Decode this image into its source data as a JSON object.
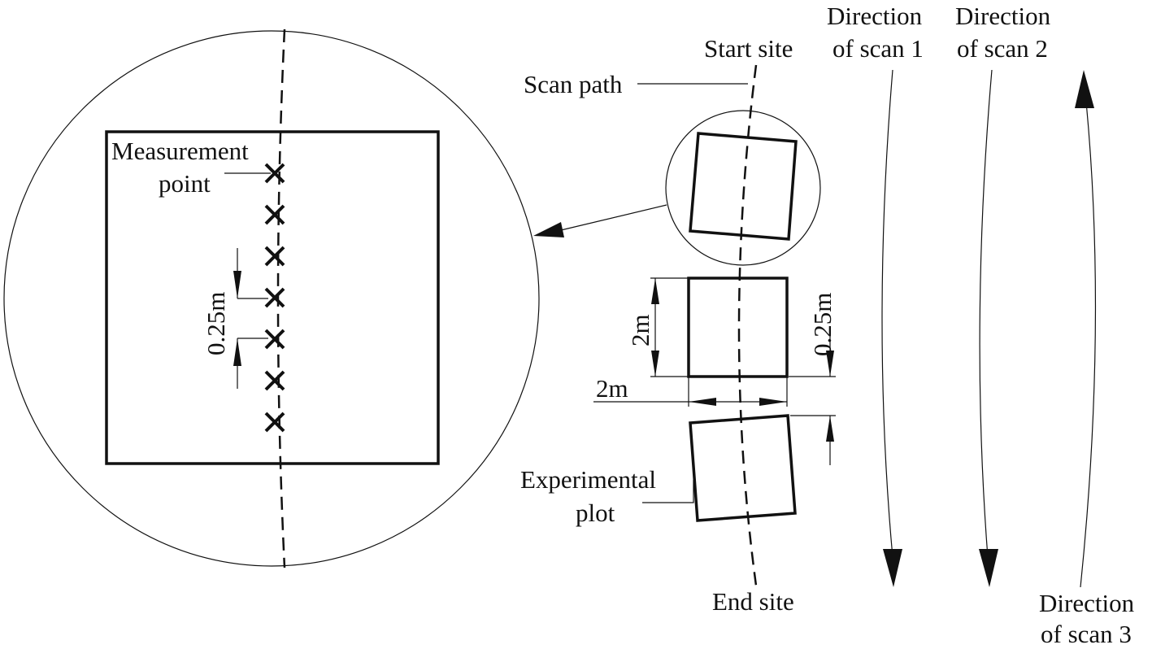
{
  "labels": {
    "measurement_point_line1": "Measurement",
    "measurement_point_line2": "point",
    "detail_dim": "0.25m",
    "start_site": "Start site",
    "scan_path": "Scan path",
    "direction_scan_1_line1": "Direction",
    "direction_scan_1_line2": "of scan 1",
    "direction_scan_2_line1": "Direction",
    "direction_scan_2_line2": "of scan 2",
    "direction_scan_3_line1": "Direction",
    "direction_scan_3_line2": "of scan 3",
    "plot_height_dim": "2m",
    "plot_width_dim": "2m",
    "plot_gap_dim": "0.25m",
    "experimental_plot_line1": "Experimental",
    "experimental_plot_line2": "plot",
    "end_site": "End site"
  },
  "measurement_point_count": 7,
  "colors": {
    "line": "#111111",
    "background": "#ffffff"
  }
}
